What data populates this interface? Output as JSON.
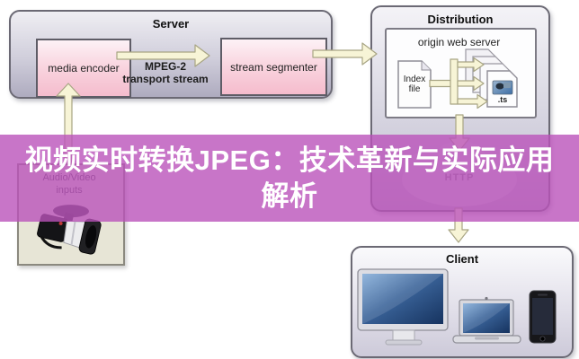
{
  "banner": {
    "line1": "视频实时转换JPEG：技术革新与实际应用",
    "line2": "解析"
  },
  "server": {
    "title": "Server",
    "encoder_label": "media encoder",
    "segmenter_label": "stream segmenter",
    "stream_label_line1": "MPEG-2",
    "stream_label_line2": "transport stream"
  },
  "distribution": {
    "title": "Distribution",
    "web_server_title": "origin web server",
    "index_file_line1": "Index",
    "index_file_line2": "file",
    "ts_label": ".ts",
    "cloud_label": "HTTP"
  },
  "client": {
    "title": "Client",
    "devices": [
      "desktop",
      "laptop",
      "phone"
    ]
  },
  "inputs": {
    "label_line1": "Audio/Video",
    "label_line2": "inputs"
  },
  "colors": {
    "banner_bg": "#ba53ba",
    "banner_text": "#ffffff",
    "arrow_fill": "#f7f4d6",
    "arrow_stroke": "#a8a584",
    "pink_box": "#f5bccd",
    "panel_gray": "#bdbacc",
    "screen_blue": "#1c3a6b",
    "cloud_fill": "#d7d4e1"
  }
}
